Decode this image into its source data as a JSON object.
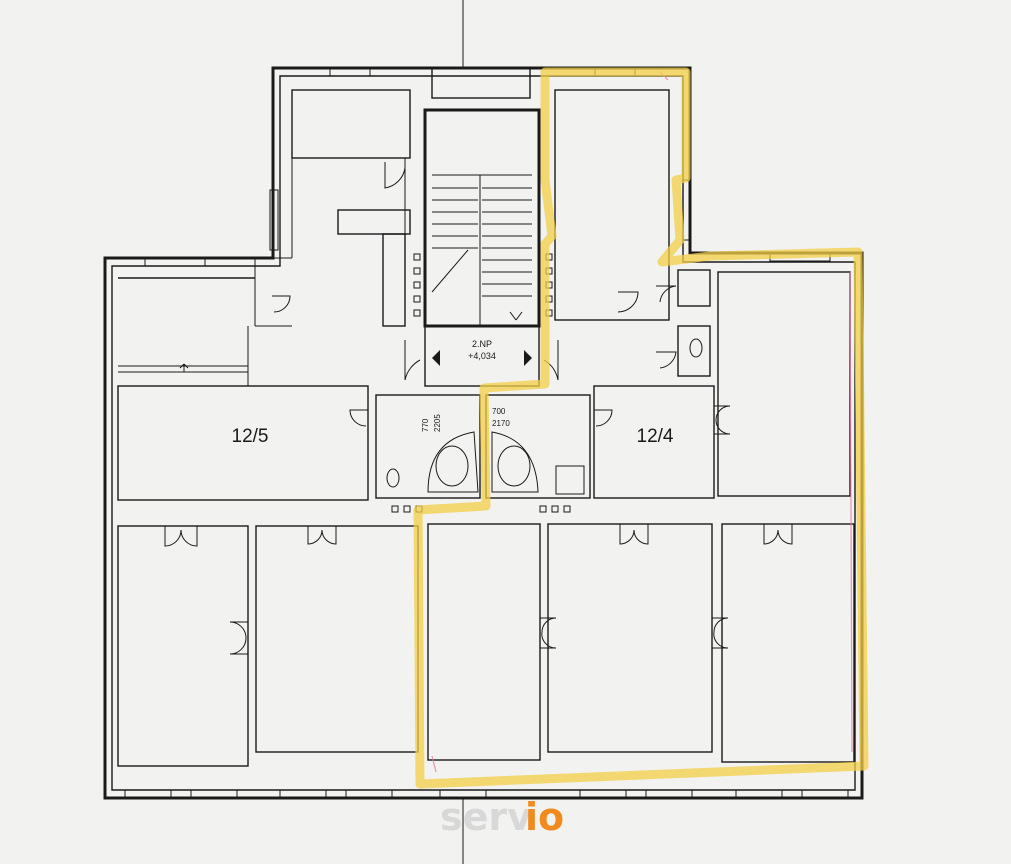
{
  "rooms": {
    "unit_left": "12/5",
    "unit_right": "12/4"
  },
  "stair": {
    "floor": "2.NP",
    "level": "+4,034"
  },
  "dims": {
    "left_w": "770",
    "left_h": "2205",
    "right_w": "700",
    "right_h": "2170"
  },
  "logo": {
    "part1": "serv",
    "part2": "io",
    "color_gray": "#d8d8d8",
    "color_orange": "#f28b1f"
  },
  "colors": {
    "highlight": "#f3cf48",
    "wall": "#1a1a1a"
  }
}
